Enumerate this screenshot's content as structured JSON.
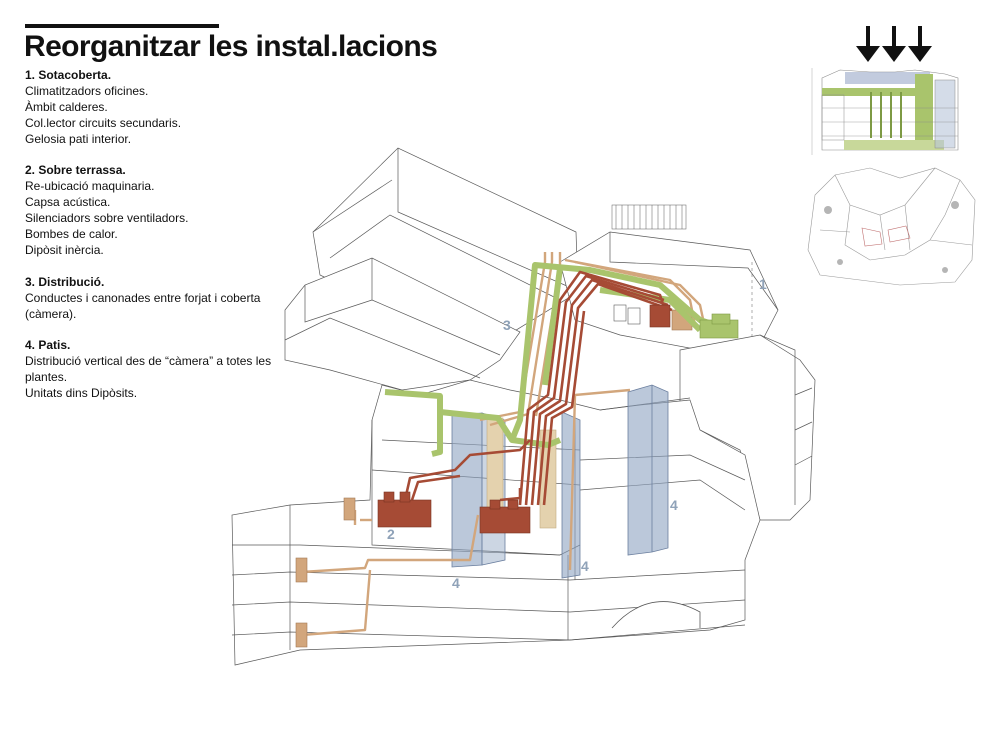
{
  "title": "Reorganitzar les instal.lacions",
  "sections": [
    {
      "heading": "1. Sotacoberta.",
      "lines": [
        "Climatitzadors oficines.",
        "Àmbit calderes.",
        "Col.lector circuits secundaris.",
        "Gelosia pati interior."
      ]
    },
    {
      "heading": "2. Sobre terrassa.",
      "lines": [
        "Re-ubicació maquinaria.",
        "Capsa acústica.",
        "Silenciadors sobre ventiladors.",
        "Bombes de calor.",
        "Dipòsit inèrcia."
      ]
    },
    {
      "heading": "3. Distribució.",
      "lines": [
        "Conductes i canonades entre forjat i coberta",
        "(càmera)."
      ]
    },
    {
      "heading": "4. Patis.",
      "lines": [
        "Distribució vertical des de “càmera” a totes les",
        "plantes.",
        "Unitats dins Dipòsits."
      ]
    }
  ],
  "zone_labels": {
    "z1": "1",
    "z2": "2",
    "z3": "3",
    "z4a": "4",
    "z4b": "4",
    "z4c": "4"
  },
  "colors": {
    "text": "#111111",
    "zone_label": "#8fa2b8",
    "duct_green": "#a9c46c",
    "pipe_red": "#a64b35",
    "pipe_tan": "#d2a67c",
    "duct_beige": "#e4d2ae",
    "patio_blue": "#8ea3c2",
    "outline": "#5a5a5a"
  },
  "icons": [
    "down-arrow-icon",
    "down-arrow-icon",
    "down-arrow-icon"
  ]
}
